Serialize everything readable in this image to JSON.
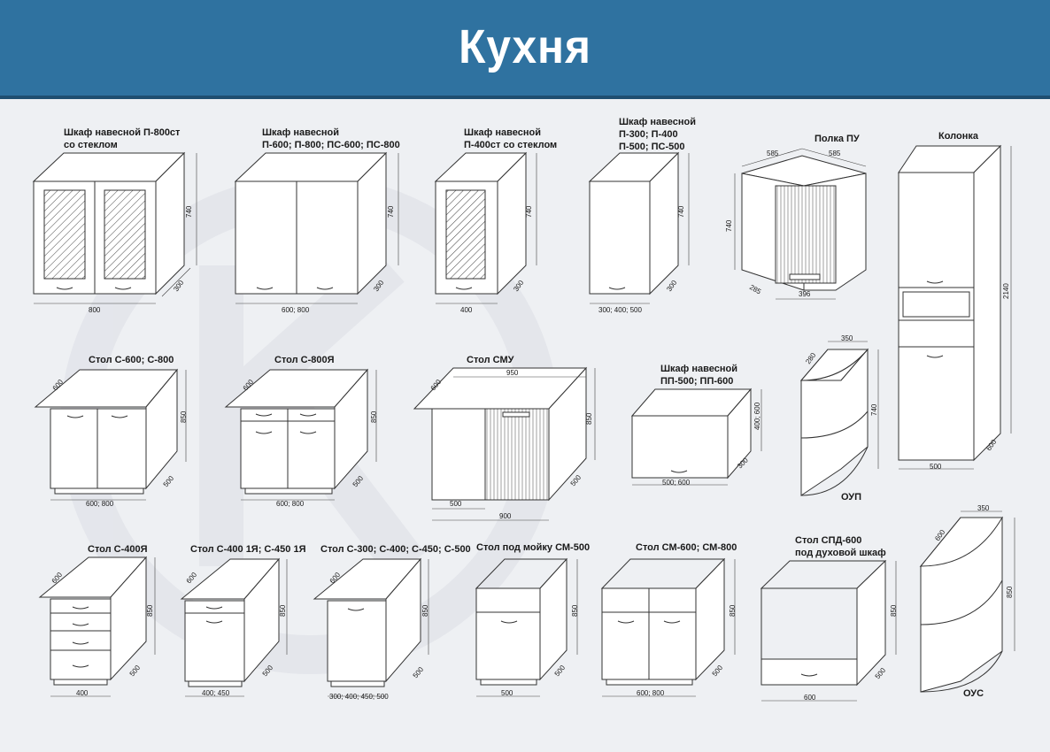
{
  "title": "Кухня",
  "items": {
    "p800st": {
      "name1": "Шкаф навесной П-800ст",
      "name2": "со стеклом",
      "w": "800",
      "h": "740",
      "d": "300"
    },
    "p600": {
      "name1": "Шкаф навесной",
      "name2": "П-600; П-800; ПС-600; ПС-800",
      "w": "600; 800",
      "h": "740",
      "d": "300"
    },
    "p400st": {
      "name1": "Шкаф навесной",
      "name2": "П-400ст со стеклом",
      "w": "400",
      "h": "740",
      "d": "300"
    },
    "p300": {
      "name1": "Шкаф навесной",
      "name2": "П-300; П-400",
      "name3": "П-500; ПС-500",
      "w": "300; 400; 500",
      "h": "740",
      "d": "300"
    },
    "pu": {
      "name1": "Полка ПУ",
      "d1": "585",
      "d2": "585",
      "h": "740",
      "d": "285",
      "w": "396"
    },
    "kolonka": {
      "name1": "Колонка",
      "h": "2140",
      "w": "500",
      "d": "600"
    },
    "s600": {
      "name1": "Стол С-600; С-800",
      "d": "600",
      "h": "850",
      "d2": "500",
      "w": "600; 800"
    },
    "s800ya": {
      "name1": "Стол С-800Я",
      "d": "600",
      "h": "850",
      "d2": "500",
      "w": "600; 800"
    },
    "smu": {
      "name1": "Стол СМУ",
      "d": "600",
      "top": "950",
      "h": "850",
      "d2": "500",
      "w1": "500",
      "w2": "900"
    },
    "pp500": {
      "name1": "Шкаф навесной",
      "name2": "ПП-500; ПП-600",
      "h": "400; 600",
      "d": "300",
      "w": "500; 600"
    },
    "oup": {
      "name1": "ОУП",
      "w": "350",
      "d": "280",
      "h": "740"
    },
    "s400ya": {
      "name1": "Стол С-400Я",
      "d": "600",
      "h": "850",
      "d2": "500",
      "w": "400"
    },
    "s400_1ya": {
      "name1": "Стол С-400 1Я; С-450 1Я",
      "d": "600",
      "h": "850",
      "d2": "500",
      "w": "400; 450"
    },
    "s300": {
      "name1": "Стол С-300; С-400; С-450; С-500",
      "d": "600",
      "h": "850",
      "d2": "500",
      "w": "300; 400; 450; 500"
    },
    "sm500": {
      "name1": "Стол под мойку СМ-500",
      "h": "850",
      "d2": "500",
      "w": "500"
    },
    "sm600": {
      "name1": "Стол СМ-600; СМ-800",
      "h": "850",
      "d2": "500",
      "w": "600; 800"
    },
    "spd600": {
      "name1": "Стол СПД-600",
      "name2": "под духовой шкаф",
      "h": "850",
      "d2": "500",
      "w": "600"
    },
    "ous": {
      "name1": "ОУС",
      "w": "350",
      "d": "600",
      "h": "850"
    }
  }
}
